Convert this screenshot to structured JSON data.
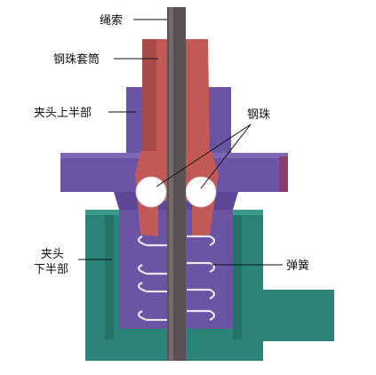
{
  "figure": {
    "labels": {
      "rope": "绳索",
      "ball_sleeve": "钢珠套筒",
      "clamp_upper": "夹头上半部",
      "steel_ball": "钢珠",
      "clamp_lower_line1": "夹头",
      "clamp_lower_line2": "下半部",
      "spring": "弹簧"
    },
    "colors": {
      "rope": "#5b5155",
      "sleeve": "#c15a57",
      "upper_clamp": "#6a54a4",
      "lower_clamp": "#2c8478",
      "spring": "#e6e6ea",
      "ball": "#ffffff"
    }
  }
}
